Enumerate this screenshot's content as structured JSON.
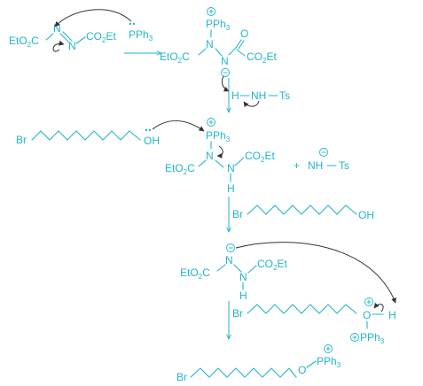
{
  "scheme": {
    "step1": {
      "azo_left": "EtO",
      "azo_left_sub": "2",
      "azo_left_c": "C",
      "azo_n1": "N",
      "azo_n2": "N",
      "azo_right": "CO",
      "azo_right_sub": "2",
      "azo_right_et": "Et",
      "phosphine": "PPh",
      "phosphine_sub": "3"
    },
    "step1_product": {
      "pph3": "PPh",
      "pph3_sub": "3",
      "n_top": "N",
      "n_bottom": "N",
      "o_label": "O",
      "left_ester": "EtO",
      "left_ester_sub": "2",
      "left_ester_c": "C",
      "right_ester": "CO",
      "right_ester_sub": "2",
      "right_ester_et": "Et"
    },
    "step1_acid": {
      "h": "H",
      "nh_ts": "NH",
      "ts": "Ts"
    },
    "step2": {
      "br": "Br",
      "oh": "OH",
      "pph3": "PPh",
      "pph3_sub": "3",
      "n1": "N",
      "n2": "N",
      "h": "H",
      "left_ester": "EtO",
      "left_ester_sub": "2",
      "left_ester_c": "C",
      "right_ester": "CO",
      "right_ester_sub": "2",
      "right_ester_et": "Et",
      "plus": "+",
      "nh": "NH",
      "ts": "Ts"
    },
    "step3": {
      "br": "Br",
      "oh": "OH"
    },
    "step4": {
      "n1": "N",
      "n2": "N",
      "h": "H",
      "left_ester": "EtO",
      "left_ester_sub": "2",
      "left_ester_c": "C",
      "right_ester": "CO",
      "right_ester_sub": "2",
      "right_ester_et": "Et"
    },
    "step5": {
      "br": "Br",
      "o": "O",
      "h": "H",
      "pph3": "PPh",
      "pph3_sub": "3"
    },
    "step6": {
      "br": "Br",
      "o": "O",
      "pph3": "PPh",
      "pph3_sub": "3"
    }
  }
}
